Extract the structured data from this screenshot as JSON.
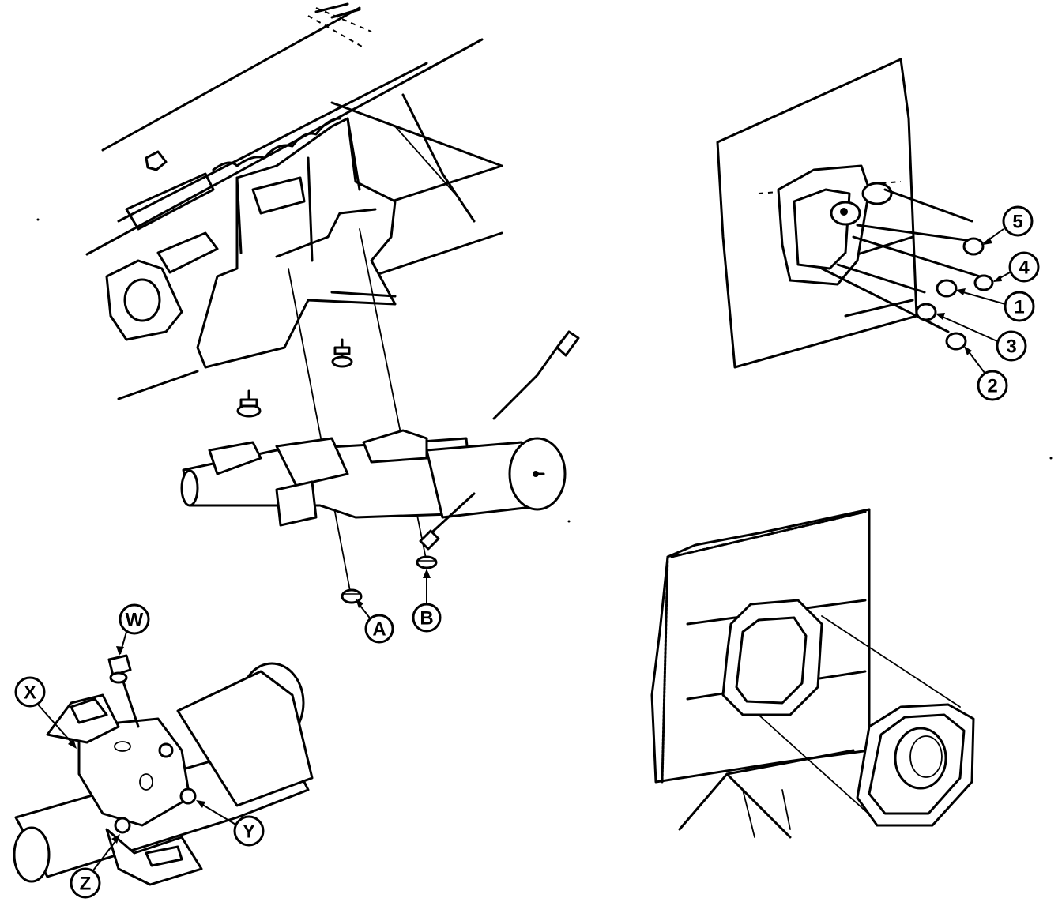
{
  "callouts": {
    "A": "A",
    "B": "B",
    "W": "W",
    "X": "X",
    "Y": "Y",
    "Z": "Z",
    "n1": "1",
    "n2": "2",
    "n3": "3",
    "n4": "4",
    "n5": "5"
  }
}
